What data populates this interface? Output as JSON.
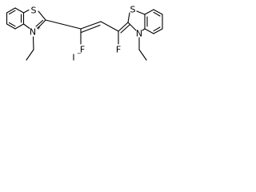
{
  "molecule": {
    "atoms": {
      "s_left": "S",
      "n_left": "N",
      "n_left_charge": "+",
      "s_right": "S",
      "n_right": "N",
      "f_mid": "F",
      "f_right": "F",
      "iodide": "I",
      "iodide_charge": "−"
    }
  }
}
